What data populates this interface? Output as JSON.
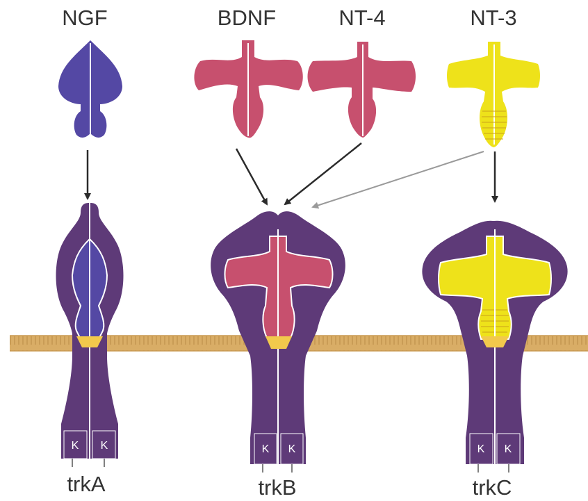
{
  "colors": {
    "receptor": "#5e3a78",
    "ngf": "#5448a4",
    "bdnf": "#c7506e",
    "nt4": "#c7506e",
    "nt3": "#eee21a",
    "membrane": "#d9ad66",
    "arrow_strong": "#2b2b2b",
    "arrow_weak": "#9a9a9a"
  },
  "ligands": [
    {
      "id": "ngf",
      "label": "NGF"
    },
    {
      "id": "bdnf",
      "label": "BDNF"
    },
    {
      "id": "nt4",
      "label": "NT-4"
    },
    {
      "id": "nt3",
      "label": "NT-3"
    }
  ],
  "receptors": [
    {
      "id": "trka",
      "label": "trkA",
      "kinase_labels": [
        "K",
        "K"
      ],
      "bound_ligand": "ngf"
    },
    {
      "id": "trkb",
      "label": "trkB",
      "kinase_labels": [
        "K",
        "K"
      ],
      "bound_ligand": "bdnf"
    },
    {
      "id": "trkc",
      "label": "trkC",
      "kinase_labels": [
        "K",
        "K"
      ],
      "bound_ligand": "nt3"
    }
  ],
  "arrows": [
    {
      "from": "ngf",
      "to": "trka",
      "style": "strong"
    },
    {
      "from": "bdnf",
      "to": "trkb",
      "style": "strong"
    },
    {
      "from": "nt4",
      "to": "trkb",
      "style": "strong"
    },
    {
      "from": "nt3",
      "to": "trkb",
      "style": "weak"
    },
    {
      "from": "nt3",
      "to": "trkc",
      "style": "strong"
    }
  ]
}
